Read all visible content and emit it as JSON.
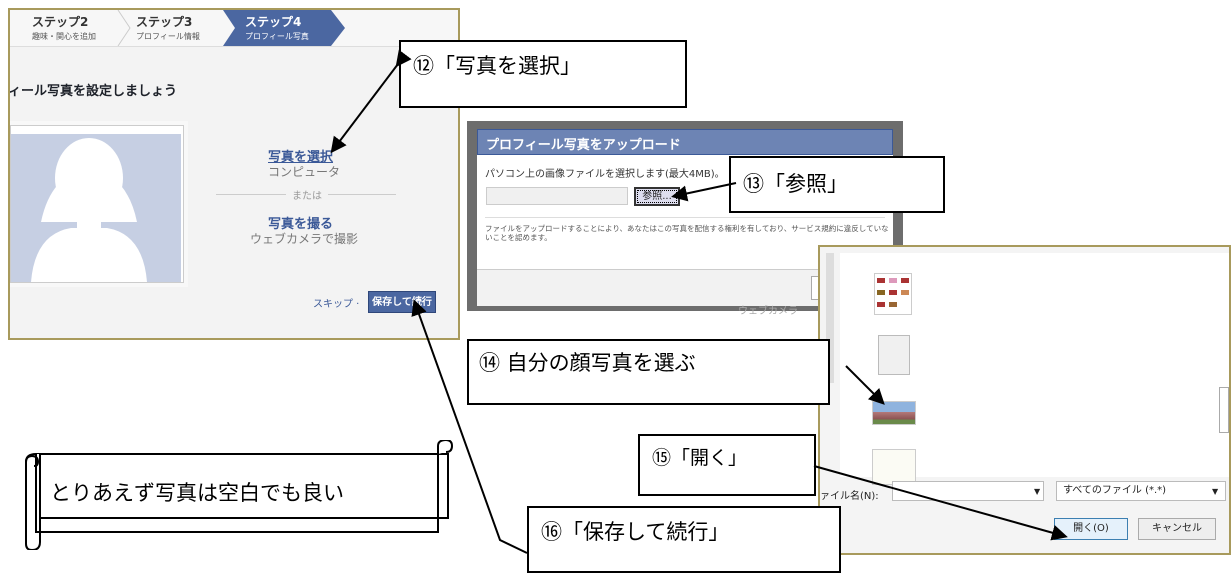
{
  "stepbar": {
    "steps": [
      {
        "title": "ステップ2",
        "subtitle": "趣味・関心を追加"
      },
      {
        "title": "ステップ3",
        "subtitle": "プロフィール情報"
      },
      {
        "title": "ステップ4",
        "subtitle": "プロフィール写真"
      }
    ]
  },
  "profile_page": {
    "heading": "ィール写真を設定しましょう",
    "select_photo_label": "写真を選択",
    "select_photo_sub": "コンピュータ",
    "or_label": "または",
    "take_photo_label": "写真を撮る",
    "take_photo_sub": "ウェブカメラで撮影",
    "skip_label": "スキップ ·",
    "save_continue_label": "保存して続行"
  },
  "upload_dialog": {
    "title": "プロフィール写真をアップロード",
    "description": "パソコン上の画像ファイルを選択します(最大4MB)。",
    "browse_label": "参照...",
    "terms_text": "ファイルをアップロードすることにより、あなたはこの写真を配信する権利を有しており、サービス規約に違反していないことを認めます。",
    "background_text": "ウェブカメラ"
  },
  "file_dialog": {
    "filename_label": "ァイル名(N):",
    "filetype_value": "すべてのファイル (*.*)",
    "open_label": "開く(O)",
    "cancel_label": "キャンセル"
  },
  "callouts": {
    "c12": "⑫「写真を選択」",
    "c13": "⑬「参照」",
    "c14": "⑭ 自分の顔写真を選ぶ",
    "c15": "⑮「開く」",
    "c16": "⑯「保存して続行」",
    "scroll": "とりあえず写真は空白でも良い"
  },
  "colors": {
    "facebook_blue": "#4b67a1",
    "dialog_header": "#6d84b4",
    "panel_border": "#a89a5c"
  }
}
